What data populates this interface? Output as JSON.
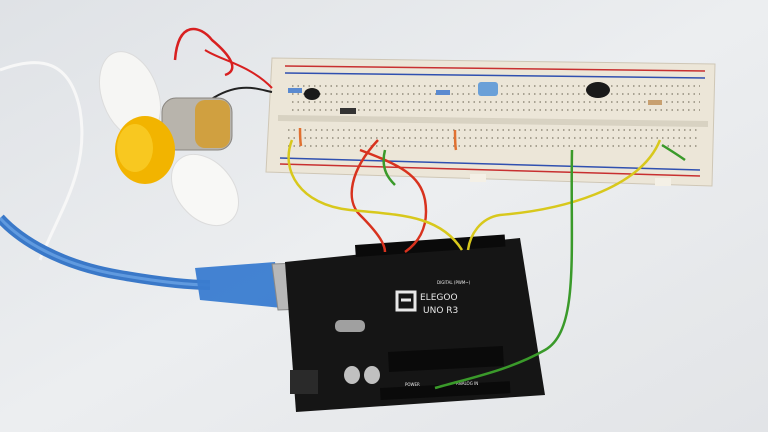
{
  "scene": {
    "description_labels": {
      "board_brand": "ELEGOO",
      "board_model": "UNO R3",
      "digital_header": "DIGITAL (PWM~)",
      "power_header": "POWER",
      "analog_header": "ANALOG IN"
    },
    "colors": {
      "background": "#e4e6e8",
      "breadboard": "#ece6d8",
      "arduino_board": "#151515",
      "usb_cable": "#3a78c8",
      "fan_hub": "#f2b400",
      "wire_red": "#d8321e",
      "wire_yellow": "#d8c81c",
      "wire_green": "#3a9a2a"
    }
  }
}
